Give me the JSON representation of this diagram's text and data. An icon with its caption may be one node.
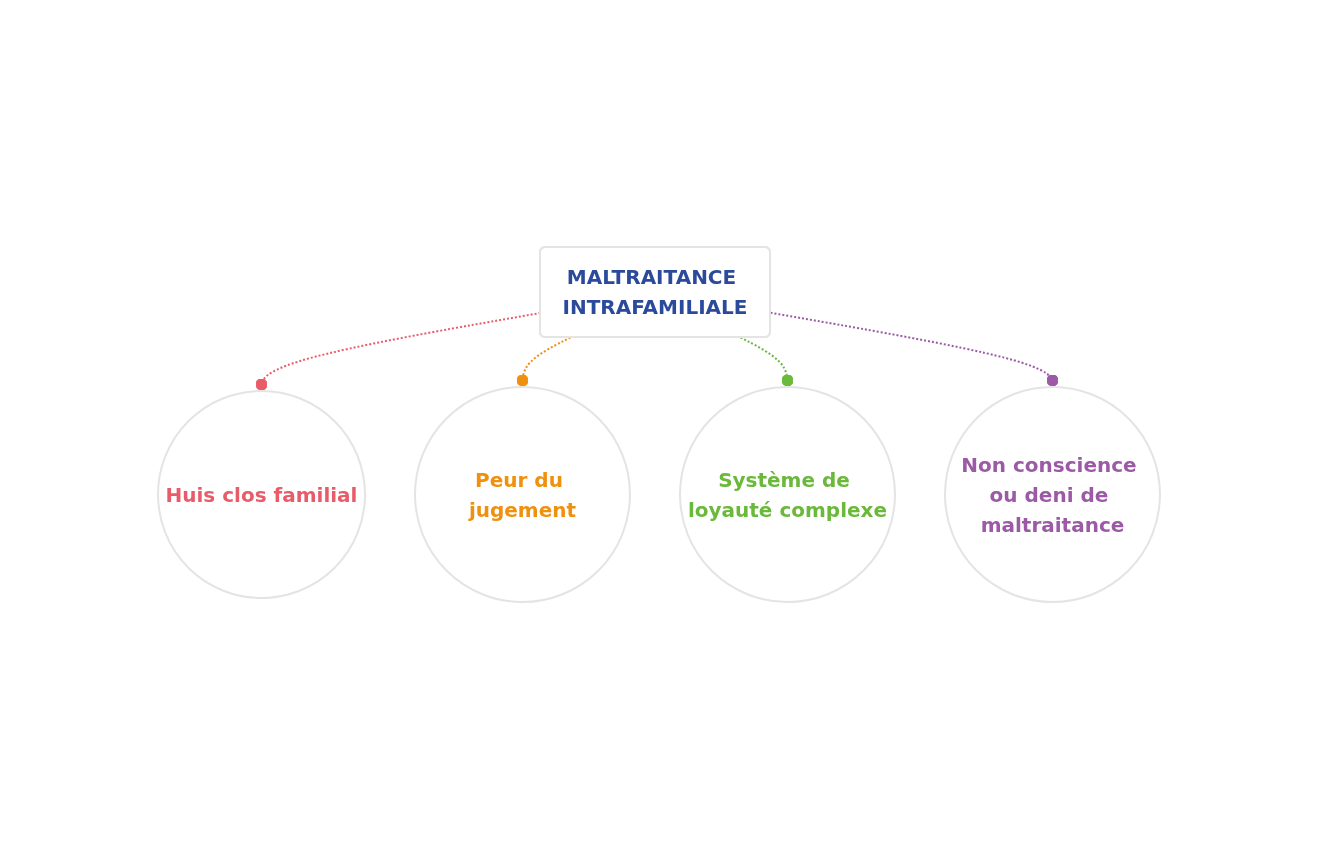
{
  "diagram": {
    "nodes": [
      {
        "text": [
          "Huis clos familial"
        ]
      },
      {
        "text": [
          "Peur du jugement"
        ]
      },
      {
        "text": [
          "MALTRAITANCE INTRAFAMILIALE"
        ]
      },
      {
        "text": [
          "Système de loyauté complexe"
        ]
      },
      {
        "text": [
          "Non conscience ou deni de maltraitance"
        ]
      }
    ],
    "edges": [
      {
        "from": 2,
        "to": 0,
        "arrow": "other",
        "style": "dashed",
        "color": "#e85c6a"
      },
      {
        "from": 2,
        "to": 1,
        "arrow": "other",
        "style": "dashed",
        "color": "#f0900f"
      },
      {
        "from": 2,
        "to": 3,
        "arrow": "other",
        "style": "dashed",
        "color": "#6ab93a"
      },
      {
        "from": 2,
        "to": 4,
        "arrow": "other",
        "style": "dashed",
        "color": "#9b59a6"
      }
    ]
  }
}
